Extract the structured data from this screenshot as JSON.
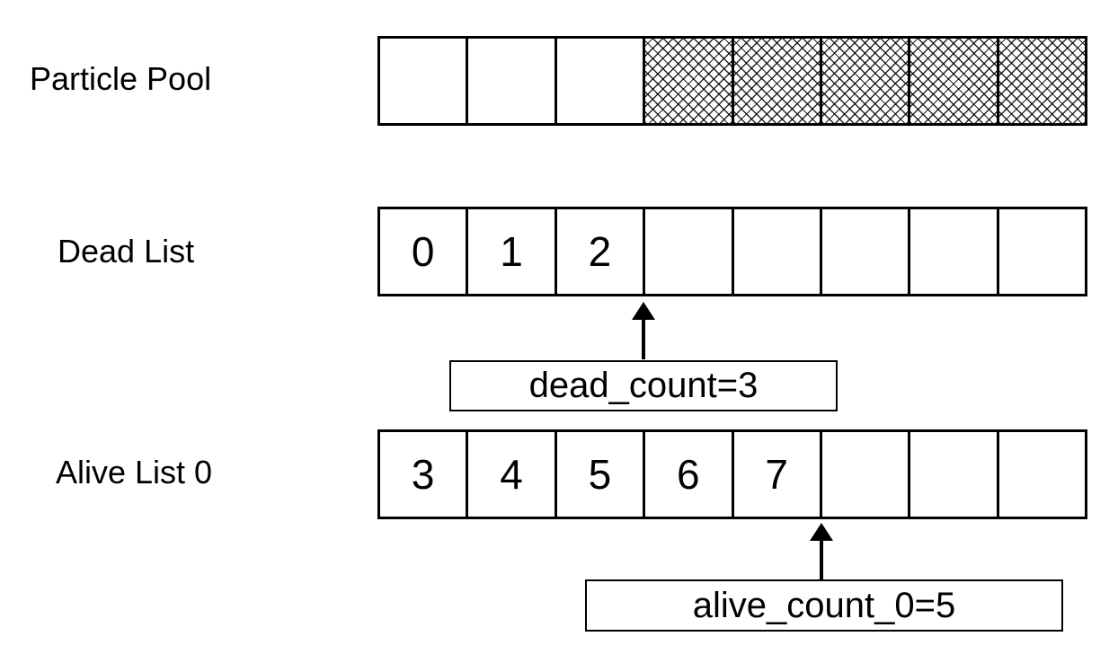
{
  "diagram": {
    "particle_pool": {
      "label": "Particle Pool",
      "cell_count": 8,
      "free_count": 3,
      "used_count": 5,
      "cell_states": [
        "free",
        "free",
        "free",
        "used",
        "used",
        "used",
        "used",
        "used"
      ]
    },
    "dead_list": {
      "label": "Dead List",
      "cells": [
        "0",
        "1",
        "2",
        "",
        "",
        "",
        "",
        ""
      ],
      "pointer_index": 3,
      "pointer_label": "dead_count=3"
    },
    "alive_list": {
      "label": "Alive List 0",
      "cells": [
        "3",
        "4",
        "5",
        "6",
        "7",
        "",
        "",
        ""
      ],
      "pointer_index": 5,
      "pointer_label": "alive_count_0=5"
    },
    "colors": {
      "line": "#000000",
      "background": "#ffffff"
    }
  }
}
